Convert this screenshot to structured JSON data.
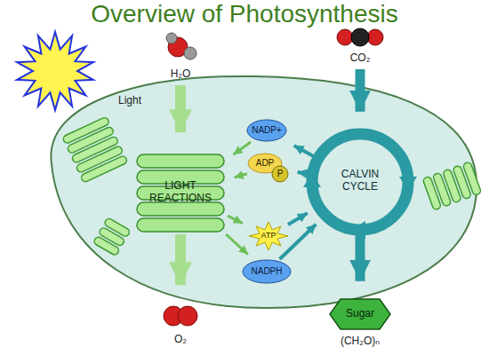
{
  "diagram": {
    "title": "Overview of Photosynthesis",
    "nodes": [
      {
        "text": [
          "H₂O"
        ]
      },
      {
        "text": [
          "CO₂"
        ]
      },
      {
        "text": [
          "LIGHT REACTIONS"
        ]
      },
      {
        "text": [
          "CALVIN CYCLE"
        ]
      },
      {
        "text": [
          "NADP+"
        ]
      },
      {
        "text": [
          "ADP",
          "P"
        ]
      },
      {
        "text": [
          "ATP"
        ]
      },
      {
        "text": [
          "NADPH"
        ]
      },
      {
        "text": [
          "O₂"
        ]
      },
      {
        "text": [
          "Sugar",
          "(CH₂O)ₙ"
        ]
      }
    ],
    "edges": [
      {
        "from": 0,
        "to": 2,
        "arrow": "to"
      },
      {
        "from": 2,
        "to": 8,
        "arrow": "to"
      },
      {
        "from": 1,
        "to": 3,
        "arrow": "to"
      },
      {
        "from": 3,
        "to": 9,
        "arrow": "to"
      },
      {
        "from": 4,
        "to": 2,
        "arrow": "to"
      },
      {
        "from": 5,
        "to": 2,
        "arrow": "to"
      },
      {
        "from": 2,
        "to": 6,
        "arrow": "to"
      },
      {
        "from": 2,
        "to": 7,
        "arrow": "to"
      },
      {
        "from": 6,
        "to": 3,
        "arrow": "to"
      },
      {
        "from": 7,
        "to": 3,
        "arrow": "to"
      },
      {
        "from": 3,
        "to": 4,
        "arrow": "to"
      },
      {
        "from": 3,
        "to": 5,
        "arrow": "to"
      }
    ],
    "labels": [
      "Light"
    ]
  }
}
